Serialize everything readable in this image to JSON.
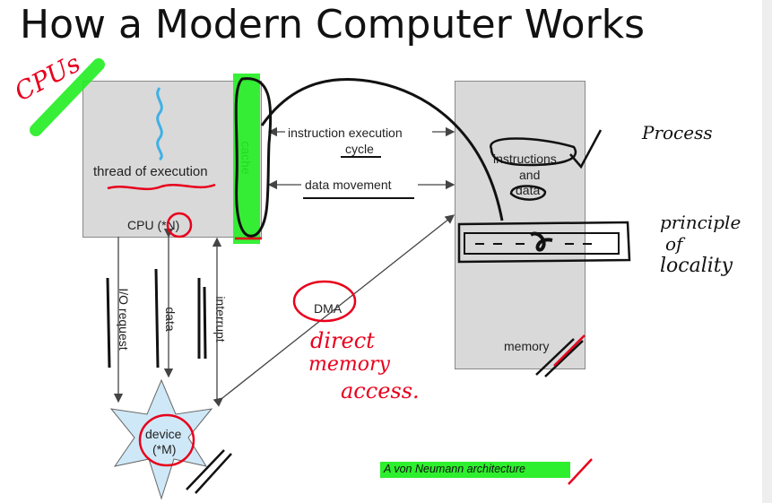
{
  "slide": {
    "title": "How a Modern Computer Works",
    "caption": "A von Neumann architecture"
  },
  "cpu": {
    "thread_label": "thread of execution",
    "cache_label": "cache",
    "cpu_label": "CPU (*N)"
  },
  "memory": {
    "instructions_and_data": [
      "instructions",
      "and",
      "data"
    ],
    "label": "memory"
  },
  "arrows": {
    "instruction_cycle": [
      "instruction execution",
      "cycle"
    ],
    "data_movement": "data movement",
    "io_request": "I/O request",
    "data": "data",
    "interrupt": "interrupt",
    "dma": "DMA"
  },
  "device": {
    "label": [
      "device",
      "(*M)"
    ]
  },
  "annotations": {
    "cpus": "CPUs",
    "process": "Process",
    "principle_of_locality": [
      "principle",
      "of",
      "locality"
    ],
    "direct_memory_access": [
      "direct",
      "memory",
      "access."
    ]
  },
  "colors": {
    "highlighter": "#22ee22",
    "ink_red": "#e8001c",
    "ink_black": "#111111",
    "thread_blue": "#3fb0e6",
    "device_fill": "#cfe8f7"
  }
}
